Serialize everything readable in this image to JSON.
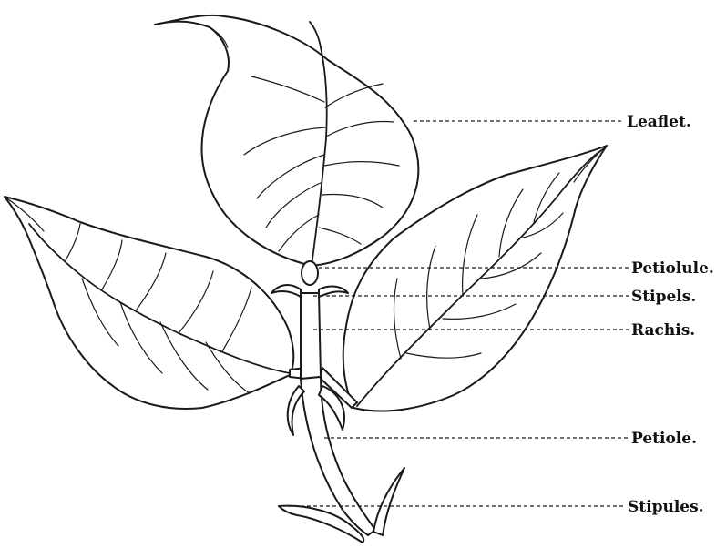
{
  "labels": {
    "leaflet": "Leaflet.",
    "petiolule": "Petiolule.",
    "stipels": "Stipels.",
    "rachis": "Rachis.",
    "petiole": "Petiole.",
    "stipules": "Stipules."
  }
}
